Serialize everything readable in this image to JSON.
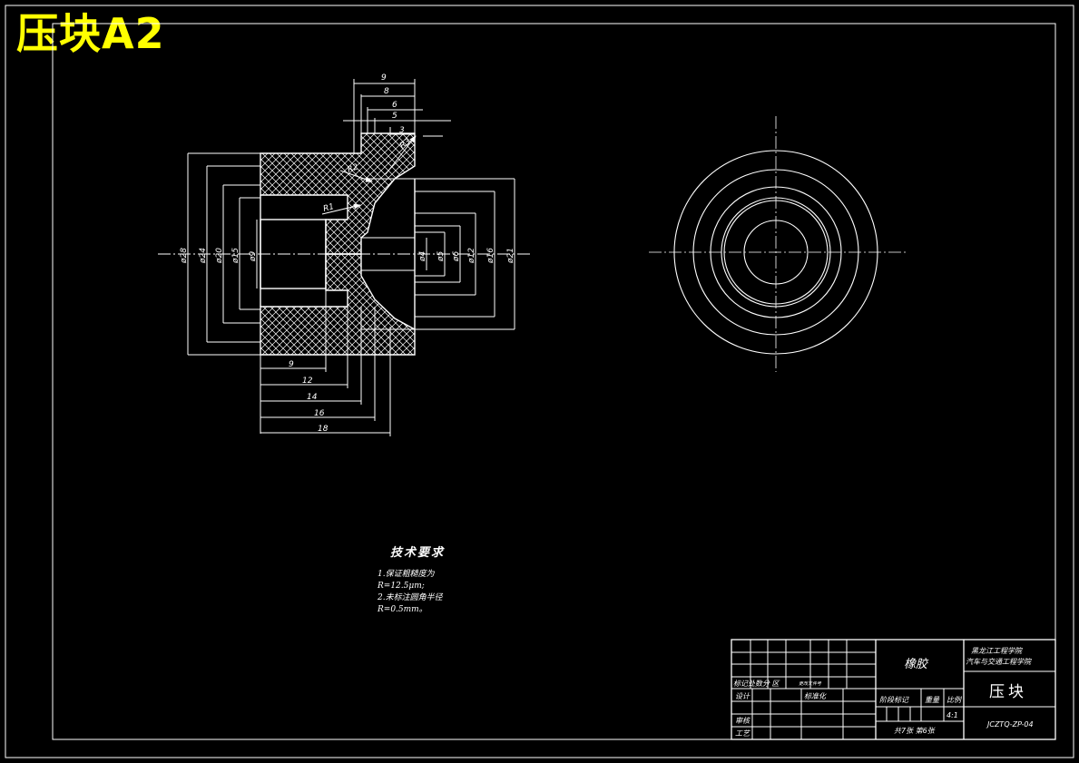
{
  "title": "压块A2",
  "dimensions": {
    "top": [
      "9",
      "8",
      "6",
      "5",
      "3"
    ],
    "radius": [
      "R3",
      "R2",
      "R1"
    ],
    "left_dia": [
      "ø28",
      "ø24",
      "ø20",
      "ø15",
      "ø9"
    ],
    "right_dia": [
      "ø4",
      "ø5",
      "ø6",
      "ø12",
      "ø16",
      "ø21"
    ],
    "bottom": [
      "9",
      "12",
      "14",
      "16",
      "18"
    ]
  },
  "tech_requirements": {
    "heading": "技术要求",
    "lines": [
      "1.保证粗糙度为",
      "R=12.5μm;",
      "2.未标注圆角半径",
      "R=0.5mm。"
    ]
  },
  "title_block": {
    "material": "橡胶",
    "school_1": "黑龙江工程学院",
    "school_2": "汽车与交通工程学院",
    "part_name": "压块",
    "drawing_no": "JCZTQ-ZP-04",
    "scale": "4:1",
    "sheets": "共7张   第6张",
    "labels": {
      "mark_row": "标记处数分  区",
      "change_doc": "更改文件号",
      "design": "设计",
      "standard": "标准化",
      "review": "审核",
      "process": "工艺",
      "stage": "阶段标记",
      "weight": "重量",
      "ratio": "比例"
    }
  },
  "colors": {
    "background": "#000000",
    "line": "#ffffff",
    "title": "#ffff00"
  }
}
